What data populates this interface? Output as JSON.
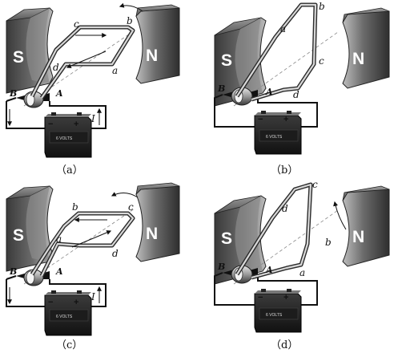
{
  "panels": [
    {
      "id": "a",
      "caption": "（a）",
      "pole_left": "S",
      "pole_right": "N",
      "coil_labels": {
        "top_left": "c",
        "top_right": "b",
        "bottom_left": "d",
        "bottom_right": "a"
      },
      "terminal_left": "B",
      "terminal_right": "A",
      "battery_neg": "−",
      "battery_pos": "+",
      "current_label": "I",
      "battery_text": "6 VOLTS"
    },
    {
      "id": "b",
      "caption": "（b）",
      "pole_left": "S",
      "pole_right": "N",
      "coil_labels": {
        "top": "b",
        "upper_left": "a",
        "right": "c",
        "lower": "d"
      },
      "terminal_left": "B",
      "terminal_right": "A",
      "battery_neg": "−",
      "battery_pos": "+",
      "battery_text": "6 VOLTS"
    },
    {
      "id": "c",
      "caption": "（c）",
      "pole_left": "S",
      "pole_right": "N",
      "coil_labels": {
        "top_left": "b",
        "top_right": "c",
        "bottom_left": "a",
        "bottom_right": "d"
      },
      "terminal_left": "B",
      "terminal_right": "A",
      "battery_neg": "−",
      "battery_pos": "+",
      "current_label": "I",
      "battery_text": "6 VOLTS"
    },
    {
      "id": "d",
      "caption": "（d）",
      "pole_left": "S",
      "pole_right": "N",
      "coil_labels": {
        "top": "c",
        "upper_left": "d",
        "right": "b",
        "lower": "a"
      },
      "terminal_left": "B",
      "terminal_right": "A",
      "battery_neg": "−",
      "battery_pos": "+",
      "battery_text": "6 VOLTS"
    }
  ]
}
